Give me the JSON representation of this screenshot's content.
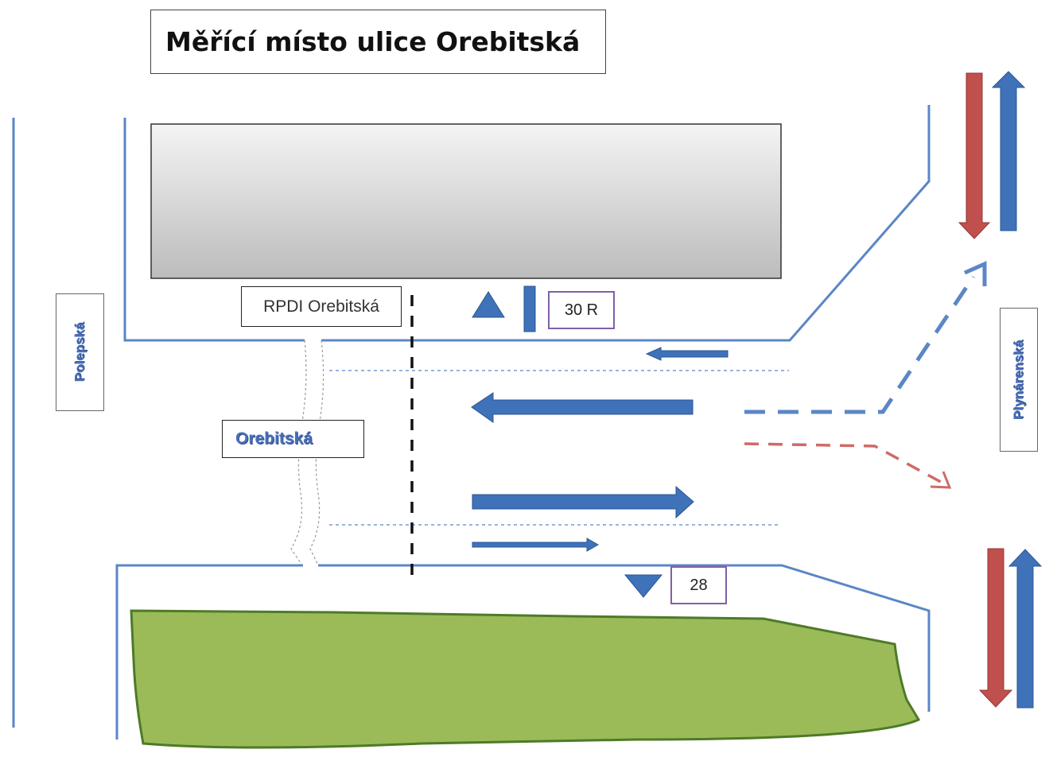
{
  "title": "Měřící místo ulice Orebitská",
  "labels": {
    "measuring_point": "RPDI Orebitská",
    "street_main": "Orebitská",
    "street_left": "Polepská",
    "street_right": "Plynárenská"
  },
  "signs": {
    "upper": "30 R",
    "lower": "28"
  },
  "colors": {
    "road_line": "#5b86c6",
    "arrow_blue": "#3f72b8",
    "arrow_red": "#c0504d",
    "green_area": "#9bbb59",
    "building_top": "#f2f2f2",
    "building_bottom": "#bfbfbf",
    "sign_border": "#8060a8"
  }
}
